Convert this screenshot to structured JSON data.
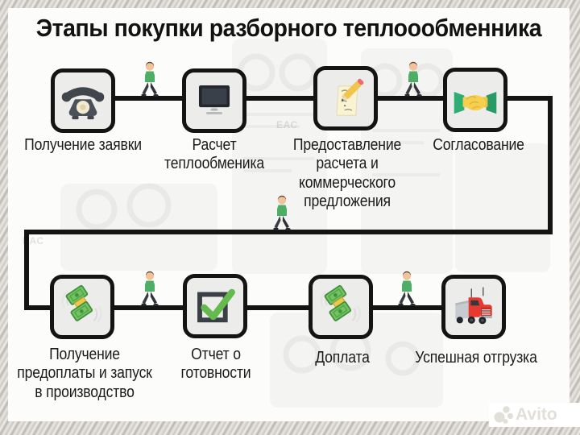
{
  "title": "Этапы покупки разборного теплоообменника",
  "steps": [
    {
      "label": "Получение заявки",
      "icon": "phone-icon"
    },
    {
      "label": "Расчет\nтеплообменика",
      "icon": "computer-icon"
    },
    {
      "label": "Предоставление\nрасчета и\nкоммерческого\nпредложения",
      "icon": "memo-pencil-icon"
    },
    {
      "label": "Согласование",
      "icon": "handshake-icon"
    },
    {
      "label": "Получение\nпредоплаты и запуск\nв производство",
      "icon": "money-icon"
    },
    {
      "label": "Отчет о\nготовности",
      "icon": "checkbox-icon"
    },
    {
      "label": "Доплата",
      "icon": "money-icon"
    },
    {
      "label": "Успешная отгрузка",
      "icon": "truck-icon"
    }
  ],
  "watermark": {
    "text": "Avito"
  },
  "background_ghost_marks": [
    "ЕАС",
    "ЕАС"
  ],
  "colors": {
    "flow_line": "#141414",
    "box_fill": "#ececeb",
    "box_border": "#141414",
    "shirt_green": "#4fae66",
    "check_green": "#64ba4d",
    "money_green": "#74c35e",
    "truck_red": "#e6392f",
    "handshake_yellow": "#f6cf4e",
    "sleeve_green": "#2fae74",
    "panel_white": "#fcfcfb"
  }
}
